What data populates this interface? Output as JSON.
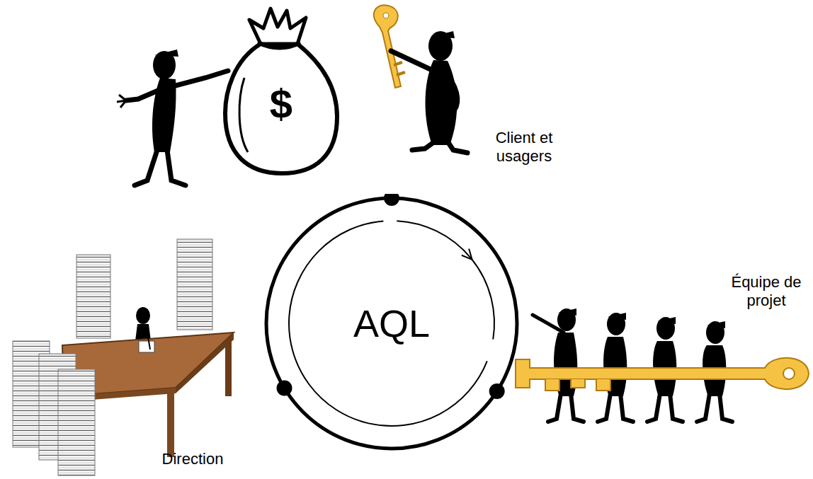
{
  "diagram": {
    "nodes": [
      {
        "text": [
          "AQL"
        ]
      }
    ],
    "labels": [
      "Client et usagers",
      "Équipe de projet",
      "Direction",
      "$"
    ]
  }
}
